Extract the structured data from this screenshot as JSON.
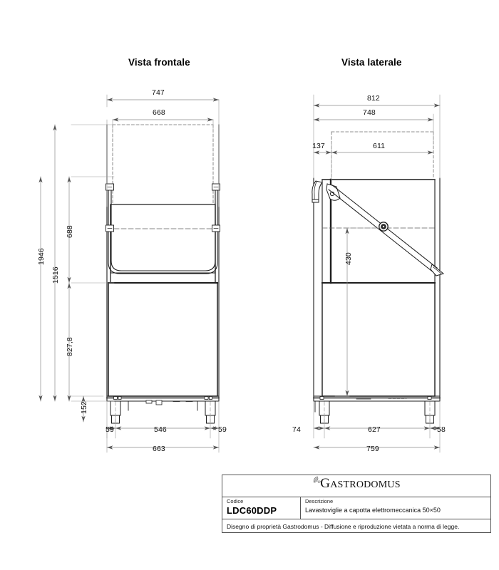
{
  "drawing": {
    "views": [
      {
        "id": "front",
        "title": "Vista frontale"
      },
      {
        "id": "side",
        "title": "Vista laterale"
      }
    ],
    "dimensions": {
      "front": {
        "overall_width_top": "747",
        "hood_width": "668",
        "overall_height": "1946",
        "height_to_hood_top": "1516",
        "hood_height": "688",
        "body_height": "827,8",
        "leg_height": "152",
        "foot_offset_left": "59",
        "foot_span": "546",
        "foot_offset_right": "59",
        "base_width": "663"
      },
      "side": {
        "overall_depth_top": "812",
        "body_depth": "748",
        "hood_front_offset": "137",
        "hood_depth": "611",
        "pivot_height": "430",
        "foot_offset_left": "74",
        "foot_span": "627",
        "foot_offset_right": "58",
        "base_depth": "759"
      }
    }
  },
  "title_block": {
    "brand": {
      "cap": "G",
      "rest": "ASTRODOMUS"
    },
    "code_label": "Codice",
    "code_value": "LDC60DDP",
    "description_label": "Descrizione",
    "description_value": "Lavastoviglie a capotta elettromeccanica 50×50",
    "footer": "Disegno di proprietà Gastrodomus -  Diffusione e riproduzione vietata a norma di legge."
  },
  "style": {
    "line": "#1d1d1d",
    "dim_line": "#8a8a8a",
    "hidden": "#6e6e6e",
    "frame": "#555555"
  }
}
